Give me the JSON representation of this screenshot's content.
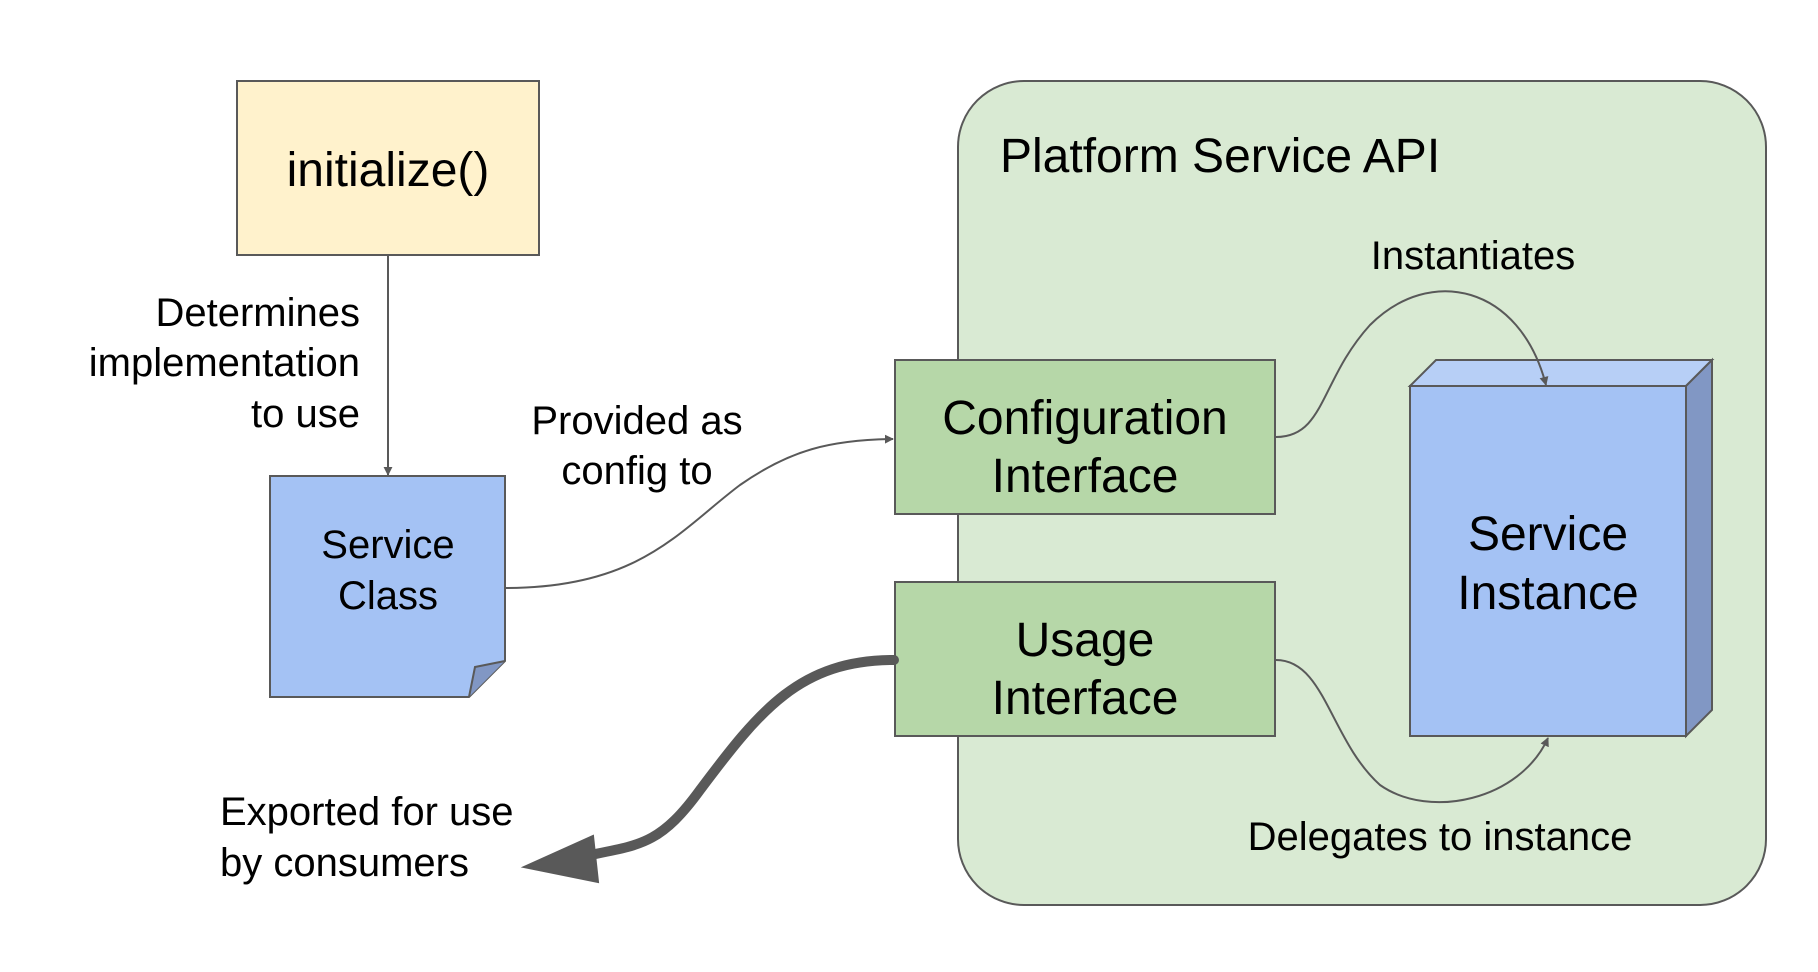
{
  "colors": {
    "outline": "#595959",
    "init_fill": "#fff2cc",
    "blue_fill": "#a4c2f4",
    "blue_top": "#b7cff6",
    "blue_side": "#8197c4",
    "green_fill": "#b6d7a8",
    "api_fill": "#d9ead3",
    "text": "#000000"
  },
  "init_box": {
    "label": "initialize()"
  },
  "service_class": {
    "line1": "Service",
    "line2": "Class"
  },
  "platform": {
    "title": "Platform Service API"
  },
  "config_interface": {
    "line1": "Configuration",
    "line2": "Interface"
  },
  "usage_interface": {
    "line1": "Usage",
    "line2": "Interface"
  },
  "service_instance": {
    "line1": "Service",
    "line2": "Instance"
  },
  "labels": {
    "determines_1": "Determines",
    "determines_2": "implementation",
    "determines_3": "to use",
    "provided_1": "Provided as",
    "provided_2": "config to",
    "instantiates": "Instantiates",
    "delegates": "Delegates to instance",
    "exported_1": "Exported for use",
    "exported_2": "by consumers"
  }
}
